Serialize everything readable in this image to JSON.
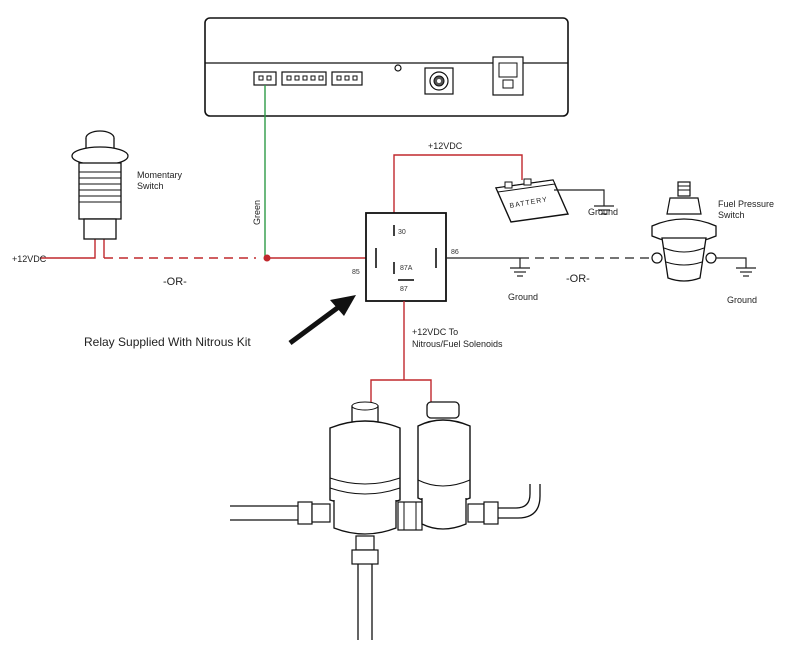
{
  "labels": {
    "momentary_switch_1": "Momentary",
    "momentary_switch_2": "Switch",
    "plus12_left": "+12VDC",
    "or_left": "-OR-",
    "green_wire": "Green",
    "plus12_top": "+12VDC",
    "battery": "BATTERY",
    "ground_battery": "Ground",
    "fuel_pressure_1": "Fuel Pressure",
    "fuel_pressure_2": "Switch",
    "or_right": "-OR-",
    "ground_mid": "Ground",
    "ground_right": "Ground",
    "relay_note": "Relay Supplied With Nitrous Kit",
    "solenoid_note_1": "+12VDC To",
    "solenoid_note_2": "Nitrous/Fuel Solenoids",
    "pin_30": "30",
    "pin_85": "85",
    "pin_86": "86",
    "pin_87a": "87A",
    "pin_87": "87"
  },
  "colors": {
    "power_wire": "#c0282d",
    "signal_wire": "#2e9b48",
    "ground_wire": "#222222",
    "outline": "#111111"
  }
}
